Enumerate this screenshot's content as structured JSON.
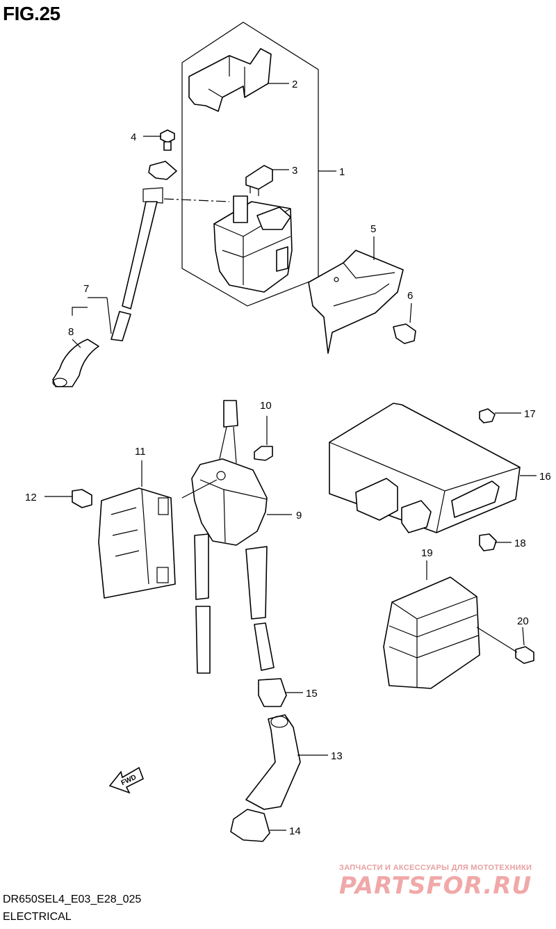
{
  "figure_label": "FIG.25",
  "model_code": "DR650SEL4_E03_E28_025",
  "section_name": "ELECTRICAL",
  "fwd_arrow_label": "FWD",
  "watermark": {
    "tagline": "ЗАПЧАСТИ И АКСЕССУАРЫ ДЛЯ МОТОТЕХНИКИ",
    "brand": "PARTSFOR.RU",
    "color": "#f0a8a8"
  },
  "callouts": [
    "1",
    "2",
    "3",
    "4",
    "5",
    "6",
    "7",
    "8",
    "9",
    "10",
    "11",
    "12",
    "13",
    "14",
    "15",
    "16",
    "17",
    "18",
    "19",
    "20"
  ]
}
